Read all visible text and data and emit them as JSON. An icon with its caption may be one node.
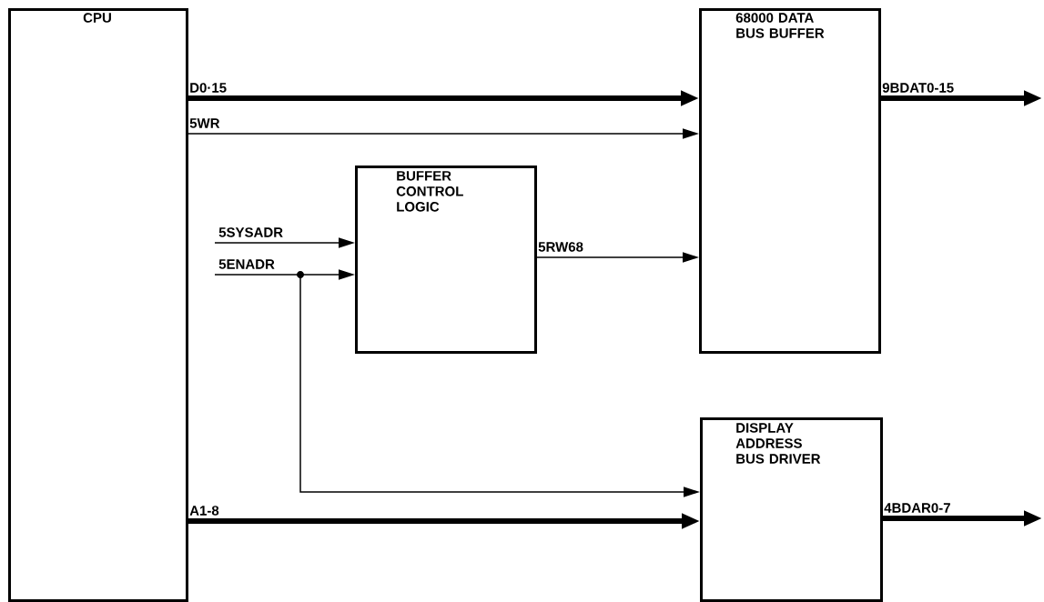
{
  "diagram": {
    "nodes": [
      {
        "text": [
          "CPU"
        ]
      },
      {
        "text": [
          "68000 DATA BUS BUFFER"
        ]
      },
      {
        "text": [
          "BUFFER CONTROL LOGIC"
        ]
      },
      {
        "text": [
          "DISPLAY ADDRESS BUS DRIVER"
        ]
      }
    ],
    "edges": [
      {
        "from": 0,
        "to": 1,
        "arrow": "to",
        "label": "D0·15",
        "style": "thick"
      },
      {
        "from": 0,
        "to": 1,
        "arrow": "to",
        "label": "5WR"
      },
      {
        "from": null,
        "to": 2,
        "arrow": "to",
        "label": "5SYSADR"
      },
      {
        "from": null,
        "to": 2,
        "arrow": "to",
        "label": "5ENADR"
      },
      {
        "from": null,
        "to": 3,
        "arrow": "to"
      },
      {
        "from": 2,
        "to": 1,
        "arrow": "to",
        "label": "5RW68"
      },
      {
        "from": 1,
        "to": null,
        "arrow": "to",
        "label": "9BDAT0-15",
        "style": "thick"
      },
      {
        "from": 0,
        "to": 3,
        "arrow": "to",
        "label": "A1-8",
        "style": "thick"
      },
      {
        "from": 3,
        "to": null,
        "arrow": "to",
        "label": "4BDAR0-7",
        "style": "thick"
      }
    ]
  }
}
